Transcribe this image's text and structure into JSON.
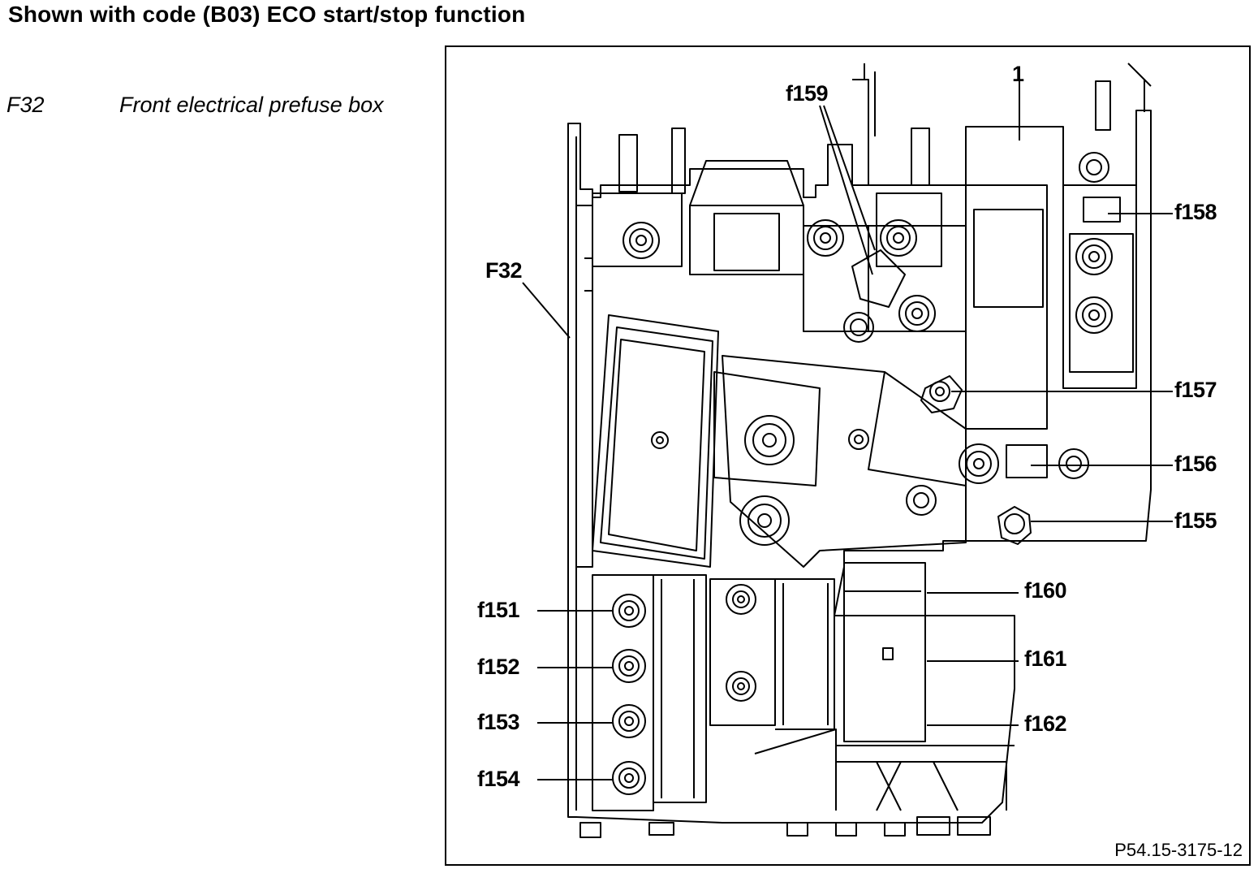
{
  "header": {
    "title": "Shown with code (B03) ECO start/stop function"
  },
  "legend": {
    "code": "F32",
    "description": "Front electrical prefuse box"
  },
  "diagram": {
    "callouts": {
      "item_1": "1",
      "f159": "f159",
      "f158": "f158",
      "F32": "F32",
      "f157": "f157",
      "f156": "f156",
      "f155": "f155",
      "f160": "f160",
      "f161": "f161",
      "f162": "f162",
      "f151": "f151",
      "f152": "f152",
      "f153": "f153",
      "f154": "f154"
    },
    "figure_ref": "P54.15-3175-12"
  }
}
